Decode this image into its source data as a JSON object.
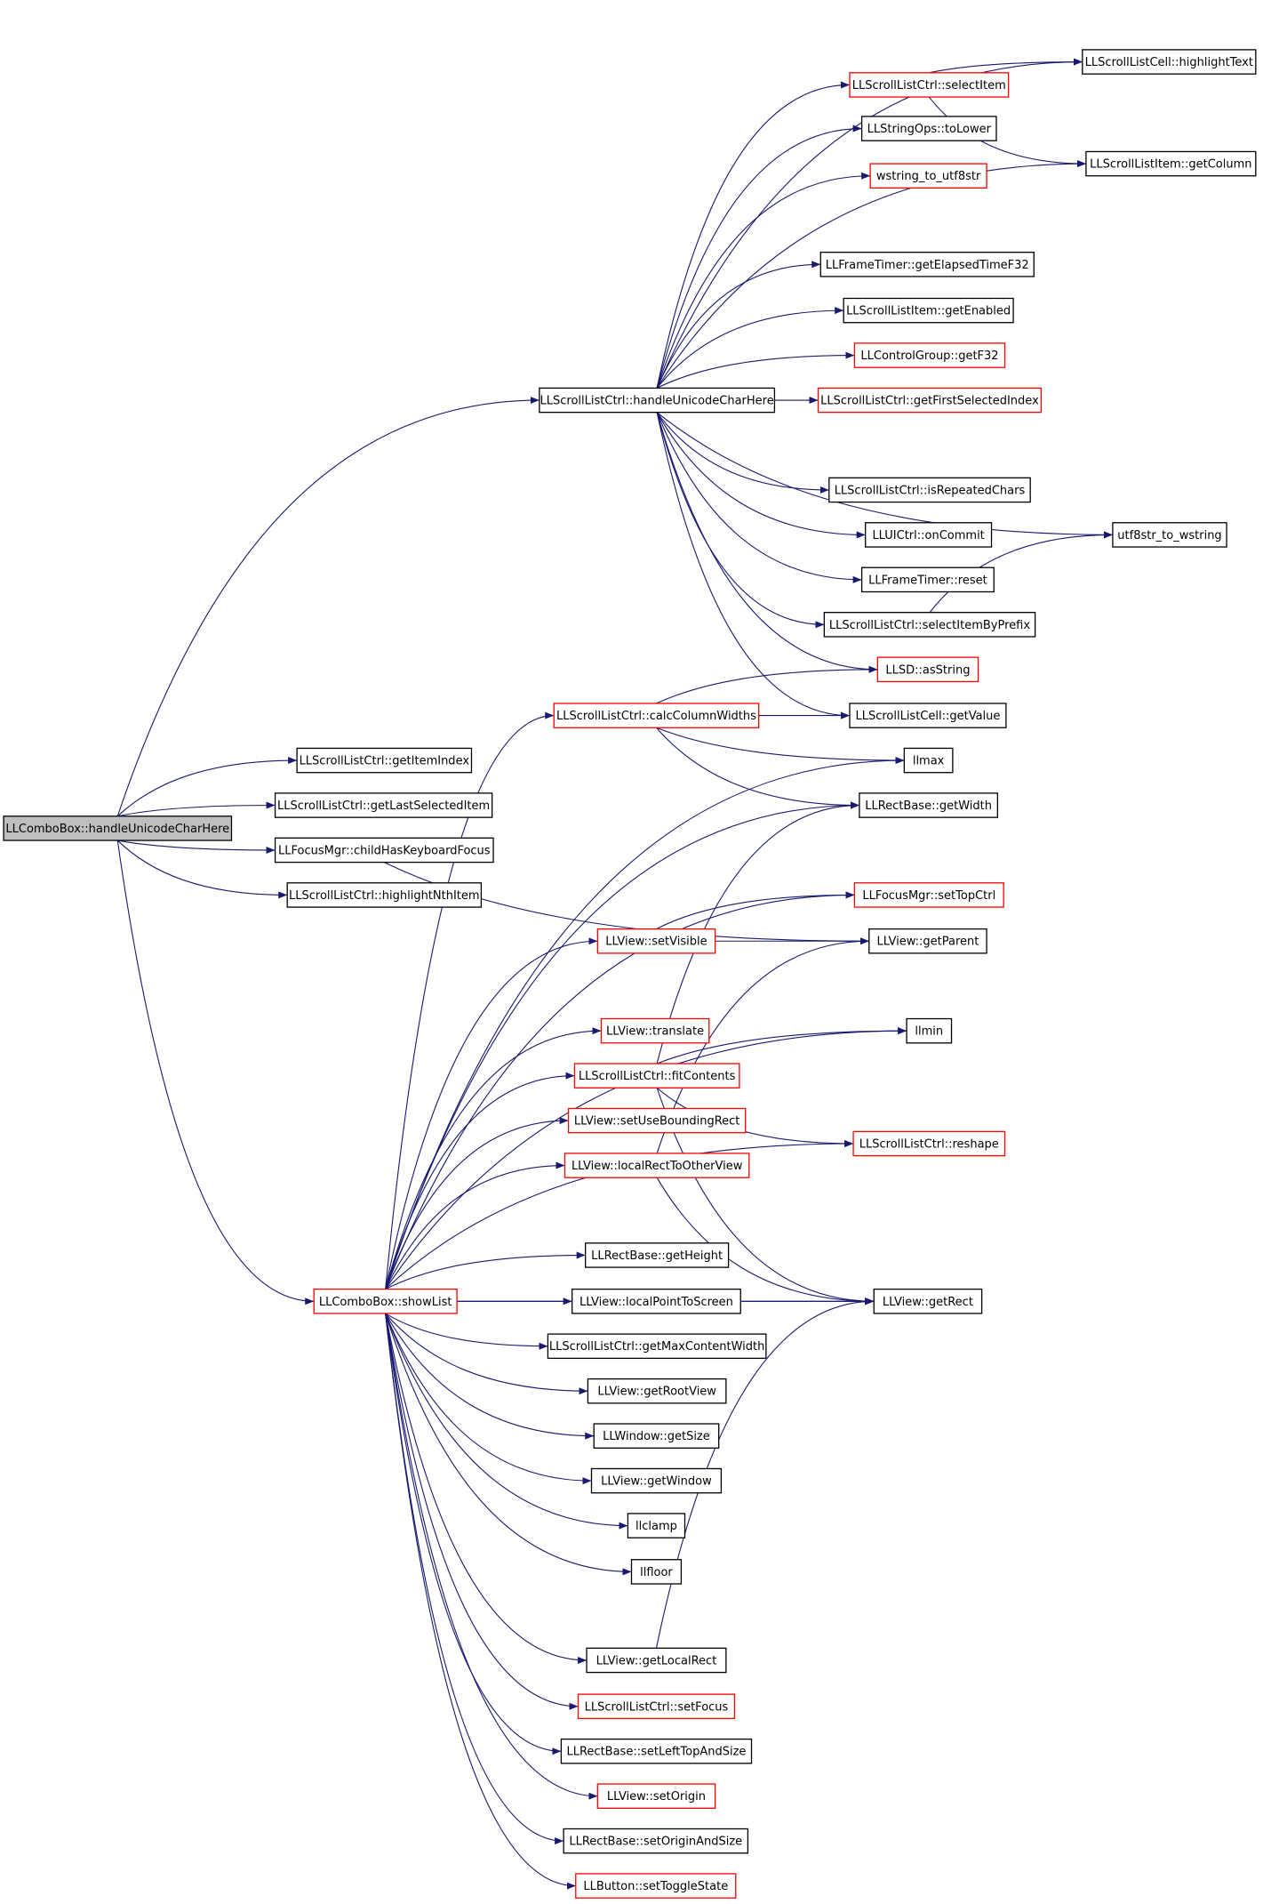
{
  "colors": {
    "edge": "#191970",
    "node_border_plain": "#000000",
    "node_border_truncated": "#ff0000",
    "root_fill": "#bfbfbf",
    "node_fill": "#ffffff"
  },
  "nodes": [
    {
      "id": "root",
      "label": "LLComboBox::handleUnicodeCharHere",
      "style": "root"
    },
    {
      "id": "hUCH",
      "label": "LLScrollListCtrl::handleUnicodeCharHere",
      "style": "plain"
    },
    {
      "id": "highlightText",
      "label": "LLScrollListCell::highlightText",
      "style": "plain"
    },
    {
      "id": "selectItem",
      "label": "LLScrollListCtrl::selectItem",
      "style": "red"
    },
    {
      "id": "toLower",
      "label": "LLStringOps::toLower",
      "style": "plain"
    },
    {
      "id": "getColumn",
      "label": "LLScrollListItem::getColumn",
      "style": "plain"
    },
    {
      "id": "wstring_to_utf8str",
      "label": "wstring_to_utf8str",
      "style": "red"
    },
    {
      "id": "getElapsedTimeF32",
      "label": "LLFrameTimer::getElapsedTimeF32",
      "style": "plain"
    },
    {
      "id": "getEnabled",
      "label": "LLScrollListItem::getEnabled",
      "style": "plain"
    },
    {
      "id": "getF32",
      "label": "LLControlGroup::getF32",
      "style": "red"
    },
    {
      "id": "getFirstSelectedIndex",
      "label": "LLScrollListCtrl::getFirstSelectedIndex",
      "style": "red"
    },
    {
      "id": "isRepeatedChars",
      "label": "LLScrollListCtrl::isRepeatedChars",
      "style": "plain"
    },
    {
      "id": "onCommit",
      "label": "LLUICtrl::onCommit",
      "style": "plain"
    },
    {
      "id": "utf8str_to_wstring",
      "label": "utf8str_to_wstring",
      "style": "plain"
    },
    {
      "id": "reset",
      "label": "LLFrameTimer::reset",
      "style": "plain"
    },
    {
      "id": "selectItemByPrefix",
      "label": "LLScrollListCtrl::selectItemByPrefix",
      "style": "plain"
    },
    {
      "id": "asString",
      "label": "LLSD::asString",
      "style": "red"
    },
    {
      "id": "calcColumnWidths",
      "label": "LLScrollListCtrl::calcColumnWidths",
      "style": "red"
    },
    {
      "id": "getValue",
      "label": "LLScrollListCell::getValue",
      "style": "plain"
    },
    {
      "id": "getItemIndex",
      "label": "LLScrollListCtrl::getItemIndex",
      "style": "plain"
    },
    {
      "id": "llmax",
      "label": "llmax",
      "style": "plain"
    },
    {
      "id": "getLastSelectedItem",
      "label": "LLScrollListCtrl::getLastSelectedItem",
      "style": "plain"
    },
    {
      "id": "getWidth",
      "label": "LLRectBase::getWidth",
      "style": "plain"
    },
    {
      "id": "childHasKeyboardFocus",
      "label": "LLFocusMgr::childHasKeyboardFocus",
      "style": "plain"
    },
    {
      "id": "highlightNthItem",
      "label": "LLScrollListCtrl::highlightNthItem",
      "style": "plain"
    },
    {
      "id": "setTopCtrl",
      "label": "LLFocusMgr::setTopCtrl",
      "style": "red"
    },
    {
      "id": "setVisible",
      "label": "LLView::setVisible",
      "style": "red"
    },
    {
      "id": "getParent",
      "label": "LLView::getParent",
      "style": "plain"
    },
    {
      "id": "translate",
      "label": "LLView::translate",
      "style": "red"
    },
    {
      "id": "llmin",
      "label": "llmin",
      "style": "plain"
    },
    {
      "id": "fitContents",
      "label": "LLScrollListCtrl::fitContents",
      "style": "red"
    },
    {
      "id": "setUseBoundingRect",
      "label": "LLView::setUseBoundingRect",
      "style": "red"
    },
    {
      "id": "reshape",
      "label": "LLScrollListCtrl::reshape",
      "style": "red"
    },
    {
      "id": "localRectToOtherView",
      "label": "LLView::localRectToOtherView",
      "style": "red"
    },
    {
      "id": "getHeight",
      "label": "LLRectBase::getHeight",
      "style": "plain"
    },
    {
      "id": "showList",
      "label": "LLComboBox::showList",
      "style": "red"
    },
    {
      "id": "localPointToScreen",
      "label": "LLView::localPointToScreen",
      "style": "plain"
    },
    {
      "id": "getRect",
      "label": "LLView::getRect",
      "style": "plain"
    },
    {
      "id": "getMaxContentWidth",
      "label": "LLScrollListCtrl::getMaxContentWidth",
      "style": "plain"
    },
    {
      "id": "getRootView",
      "label": "LLView::getRootView",
      "style": "plain"
    },
    {
      "id": "getSize",
      "label": "LLWindow::getSize",
      "style": "plain"
    },
    {
      "id": "getWindow",
      "label": "LLView::getWindow",
      "style": "plain"
    },
    {
      "id": "llclamp",
      "label": "llclamp",
      "style": "plain"
    },
    {
      "id": "llfloor",
      "label": "llfloor",
      "style": "plain"
    },
    {
      "id": "getLocalRect",
      "label": "LLView::getLocalRect",
      "style": "plain"
    },
    {
      "id": "setFocus",
      "label": "LLScrollListCtrl::setFocus",
      "style": "red"
    },
    {
      "id": "setLeftTopAndSize",
      "label": "LLRectBase::setLeftTopAndSize",
      "style": "plain"
    },
    {
      "id": "setOrigin",
      "label": "LLView::setOrigin",
      "style": "red"
    },
    {
      "id": "setOriginAndSize",
      "label": "LLRectBase::setOriginAndSize",
      "style": "plain"
    },
    {
      "id": "setToggleState",
      "label": "LLButton::setToggleState",
      "style": "red"
    }
  ],
  "edges": [
    [
      "root",
      "hUCH"
    ],
    [
      "root",
      "getItemIndex"
    ],
    [
      "root",
      "getLastSelectedItem"
    ],
    [
      "root",
      "childHasKeyboardFocus"
    ],
    [
      "root",
      "highlightNthItem"
    ],
    [
      "root",
      "showList"
    ],
    [
      "hUCH",
      "highlightText"
    ],
    [
      "hUCH",
      "selectItem"
    ],
    [
      "hUCH",
      "toLower"
    ],
    [
      "hUCH",
      "wstring_to_utf8str"
    ],
    [
      "hUCH",
      "getColumn"
    ],
    [
      "hUCH",
      "getElapsedTimeF32"
    ],
    [
      "hUCH",
      "getEnabled"
    ],
    [
      "hUCH",
      "getF32"
    ],
    [
      "hUCH",
      "getFirstSelectedIndex"
    ],
    [
      "hUCH",
      "utf8str_to_wstring"
    ],
    [
      "hUCH",
      "isRepeatedChars"
    ],
    [
      "hUCH",
      "onCommit"
    ],
    [
      "hUCH",
      "reset"
    ],
    [
      "hUCH",
      "selectItemByPrefix"
    ],
    [
      "hUCH",
      "asString"
    ],
    [
      "hUCH",
      "getValue"
    ],
    [
      "selectItem",
      "highlightText"
    ],
    [
      "selectItem",
      "getColumn"
    ],
    [
      "selectItemByPrefix",
      "utf8str_to_wstring"
    ],
    [
      "childHasKeyboardFocus",
      "getParent"
    ],
    [
      "calcColumnWidths",
      "asString"
    ],
    [
      "calcColumnWidths",
      "getValue"
    ],
    [
      "calcColumnWidths",
      "llmax"
    ],
    [
      "calcColumnWidths",
      "getWidth"
    ],
    [
      "setVisible",
      "setTopCtrl"
    ],
    [
      "setVisible",
      "getParent"
    ],
    [
      "fitContents",
      "getWidth"
    ],
    [
      "fitContents",
      "llmin"
    ],
    [
      "fitContents",
      "reshape"
    ],
    [
      "fitContents",
      "getRect"
    ],
    [
      "localRectToOtherView",
      "getParent"
    ],
    [
      "localRectToOtherView",
      "getRect"
    ],
    [
      "localPointToScreen",
      "getRect"
    ],
    [
      "getLocalRect",
      "getRect"
    ],
    [
      "showList",
      "calcColumnWidths"
    ],
    [
      "showList",
      "llmax"
    ],
    [
      "showList",
      "getWidth"
    ],
    [
      "showList",
      "setTopCtrl"
    ],
    [
      "showList",
      "setVisible"
    ],
    [
      "showList",
      "llmin"
    ],
    [
      "showList",
      "translate"
    ],
    [
      "showList",
      "fitContents"
    ],
    [
      "showList",
      "setUseBoundingRect"
    ],
    [
      "showList",
      "localRectToOtherView"
    ],
    [
      "showList",
      "reshape"
    ],
    [
      "showList",
      "getHeight"
    ],
    [
      "showList",
      "localPointToScreen"
    ],
    [
      "showList",
      "getMaxContentWidth"
    ],
    [
      "showList",
      "getRootView"
    ],
    [
      "showList",
      "getSize"
    ],
    [
      "showList",
      "getWindow"
    ],
    [
      "showList",
      "llclamp"
    ],
    [
      "showList",
      "llfloor"
    ],
    [
      "showList",
      "getRect"
    ],
    [
      "showList",
      "getLocalRect"
    ],
    [
      "showList",
      "setFocus"
    ],
    [
      "showList",
      "setLeftTopAndSize"
    ],
    [
      "showList",
      "setOrigin"
    ],
    [
      "showList",
      "setOriginAndSize"
    ],
    [
      "showList",
      "setToggleState"
    ]
  ]
}
